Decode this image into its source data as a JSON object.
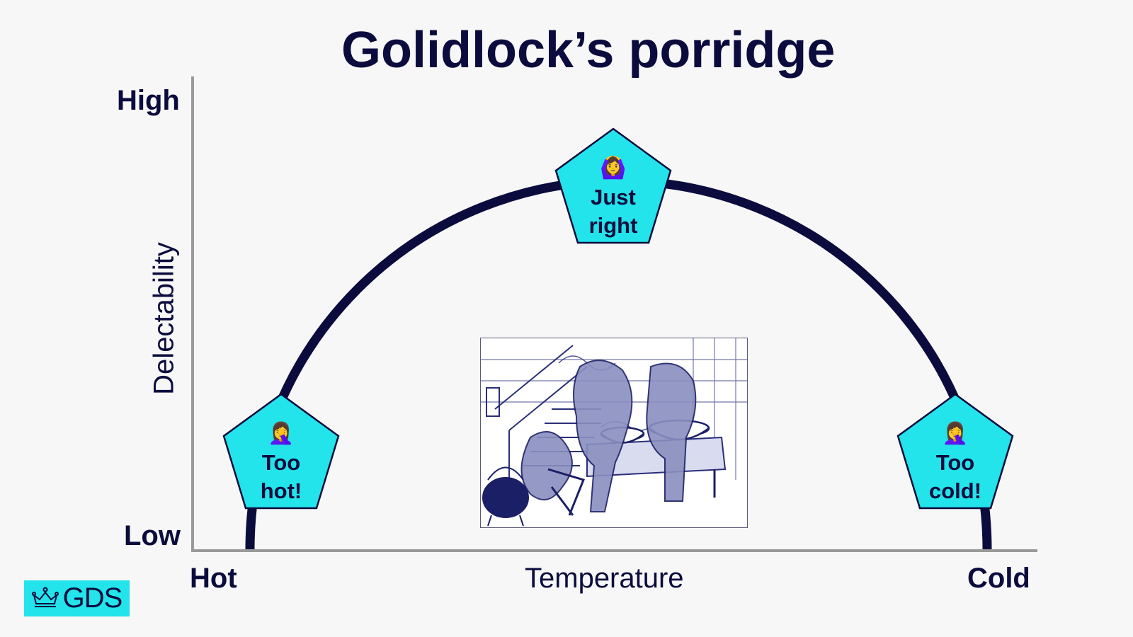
{
  "title": "Golidlock’s porridge",
  "y_axis": {
    "title": "Delectability",
    "high_label": "High",
    "low_label": "Low"
  },
  "x_axis": {
    "title": "Temperature",
    "left_label": "Hot",
    "right_label": "Cold"
  },
  "badges": [
    {
      "emoji": "🤦‍♀️",
      "text_line1": "Too",
      "text_line2": "hot!",
      "icon": "face-palm-woman-icon"
    },
    {
      "emoji": "🙆‍♀️",
      "text_line1": "Just",
      "text_line2": "right",
      "icon": "ok-gesture-woman-icon"
    },
    {
      "emoji": "🤦‍♀️",
      "text_line1": "Too",
      "text_line2": "cold!",
      "icon": "face-palm-woman-icon"
    }
  ],
  "logo": {
    "text": "GDS",
    "icon": "crown-icon"
  },
  "colors": {
    "navy": "#0b0c3d",
    "cyan": "#23e3eb",
    "axis_grey": "#9a9a9a",
    "background": "#f7f7f7"
  }
}
